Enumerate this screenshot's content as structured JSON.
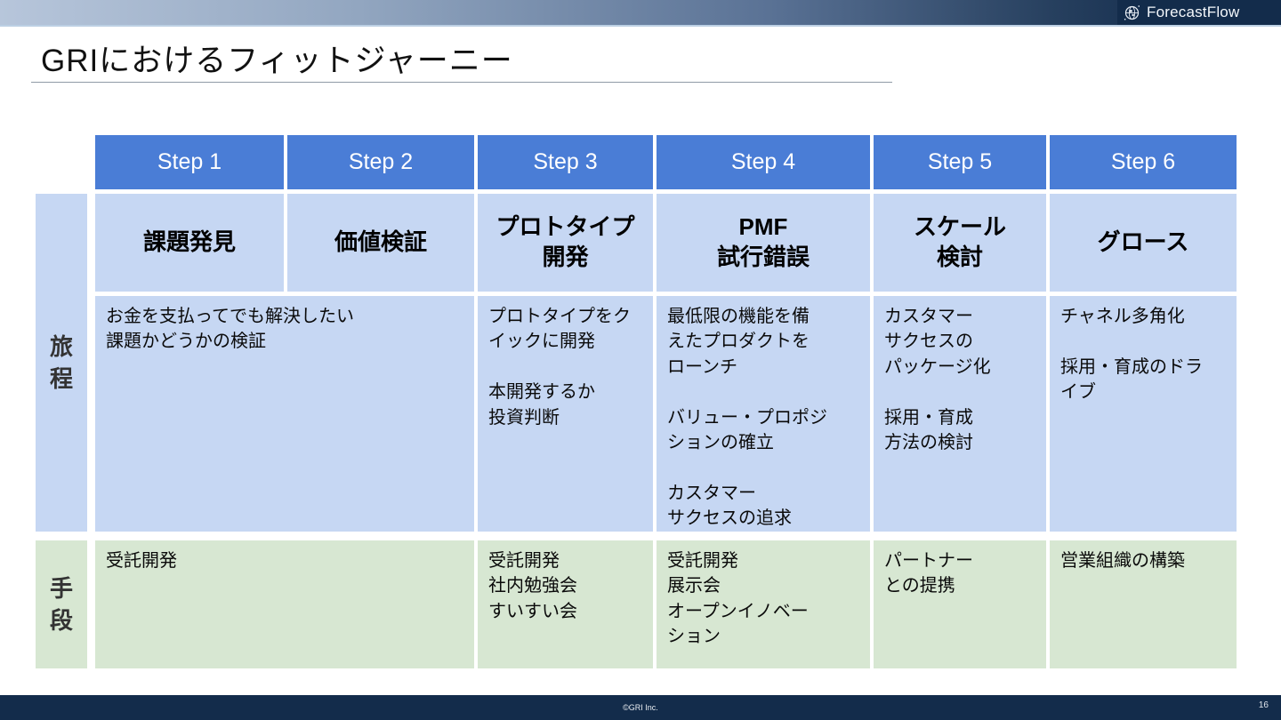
{
  "header": {
    "logo_text": "ForecastFlow",
    "logo_icon": "globe-icon"
  },
  "slide": {
    "title": "GRIにおけるフィットジャーニー"
  },
  "table": {
    "row_labels": {
      "journey": "旅\n程",
      "means": "手\n段"
    },
    "steps": [
      "Step 1",
      "Step 2",
      "Step 3",
      "Step 4",
      "Step 5",
      "Step 6"
    ],
    "stages": [
      "課題発見",
      "価値検証",
      "プロトタイプ\n開発",
      "PMF\n試行錯誤",
      "スケール\n検討",
      "グロース"
    ],
    "journey": {
      "step1_2": "お金を支払ってでも解決したい\n課題かどうかの検証",
      "step3": "プロトタイプをク\nイックに開発\n\n本開発するか\n投資判断",
      "step4": "最低限の機能を備\nえたプロダクトを\nローンチ\n\nバリュー・プロポジ\nションの確立\n\nカスタマー\nサクセスの追求",
      "step5": "カスタマー\nサクセスの\nパッケージ化\n\n採用・育成\n方法の検討",
      "step6": "チャネル多角化\n\n採用・育成のドラ\nイブ"
    },
    "means": {
      "step1_2": "受託開発",
      "step3": "受託開発\n社内勉強会\nすいすい会",
      "step4": "受託開発\n展示会\nオープンイノベー\nション",
      "step5": "パートナー\nとの提携",
      "step6": "営業組織の構築"
    }
  },
  "footer": {
    "copyright": "©GRI Inc.",
    "page_number": "16"
  },
  "colors": {
    "header_blue": "#4a7dd6",
    "cell_blue": "#c6d7f3",
    "cell_green": "#d7e7d2",
    "navy": "#132c4b"
  }
}
